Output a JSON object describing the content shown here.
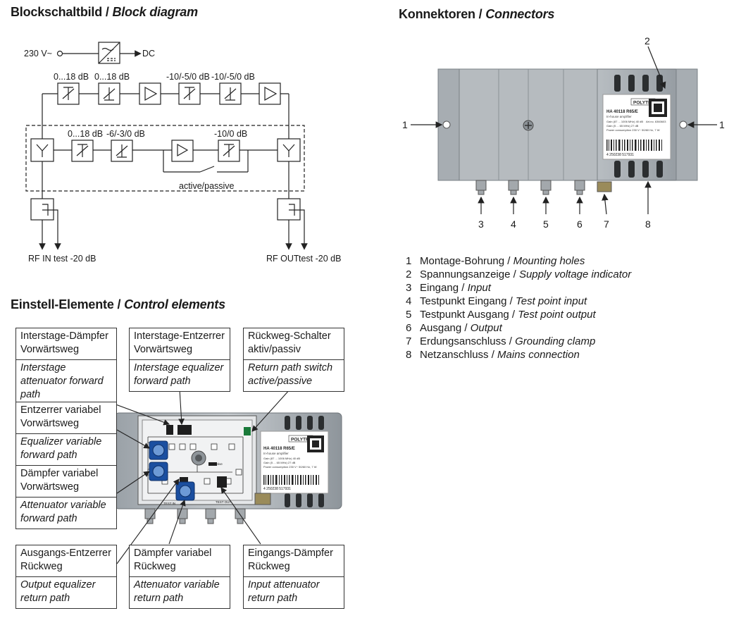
{
  "block_diagram": {
    "heading_de": "Blockschaltbild / ",
    "heading_en": "Block diagram",
    "mains_label": "230 V~",
    "dc_label": "DC",
    "fwd_labels": [
      "0...18 dB",
      "0...18 dB",
      "-10/-5/0 dB",
      "-10/-5/0 dB"
    ],
    "ret_labels": [
      "0...18 dB",
      "-6/-3/0 dB",
      "-10/0 dB"
    ],
    "switch_label": "active/passive",
    "rf_in": "RF IN",
    "rf_in_test": "test -20 dB",
    "rf_out": "RF OUT",
    "rf_out_test": "test -20 dB"
  },
  "connectors": {
    "heading_de": "Konnektoren / ",
    "heading_en": "Connectors",
    "callouts": [
      "1",
      "2",
      "1",
      "3",
      "4",
      "5",
      "6",
      "7",
      "8"
    ],
    "device": {
      "brand": "POLYTRON",
      "model": "HA 40118 R65/E",
      "subtitle": "In-house amplifier",
      "spec1": "Gain (87 ... 1006 MHz) 40 dB",
      "spec2": "Gain (5 ... 65 MHz)  27 dB",
      "spec3": "Power consumption 230 V~ 50/60 Hz, 7 W",
      "art": "Art.no. 6360603",
      "barcode": "4 250238 517931"
    },
    "items": [
      {
        "n": "1",
        "de": "Montage-Bohrung / ",
        "en": "Mounting holes"
      },
      {
        "n": "2",
        "de": "Spannungsanzeige / ",
        "en": "Supply voltage indicator"
      },
      {
        "n": "3",
        "de": "Eingang / ",
        "en": "Input"
      },
      {
        "n": "4",
        "de": "Testpunkt Eingang / ",
        "en": "Test point input"
      },
      {
        "n": "5",
        "de": "Testpunkt Ausgang / ",
        "en": "Test point output"
      },
      {
        "n": "6",
        "de": "Ausgang / ",
        "en": "Output"
      },
      {
        "n": "7",
        "de": "Erdungsanschluss / ",
        "en": "Grounding clamp"
      },
      {
        "n": "8",
        "de": "Netzanschluss / ",
        "en": "Mains connection"
      }
    ]
  },
  "control_elements": {
    "heading_de": "Einstell-Elemente / ",
    "heading_en": "Control elements",
    "boxes": [
      {
        "de": "Interstage-Dämpfer Vorwärtsweg",
        "en": "Interstage attenuator forward path"
      },
      {
        "de": "Interstage-Entzerrer Vorwärtsweg",
        "en": "Interstage equalizer forward path"
      },
      {
        "de": "Rückweg-Schalter aktiv/passiv",
        "en": "Return path switch active/passive"
      },
      {
        "de": "Entzerrer variabel Vorwärtsweg",
        "en": "Equalizer variable forward path"
      },
      {
        "de": "Dämpfer variabel Vorwärtsweg",
        "en": "Attenuator variable forward path"
      },
      {
        "de": "Ausgangs-Entzerrer Rückweg",
        "en": "Output equalizer return path"
      },
      {
        "de": "Dämpfer variabel Rückweg",
        "en": "Attenuator variable return path"
      },
      {
        "de": "Eingangs-Dämpfer Rückweg",
        "en": "Input attenuator return path"
      }
    ],
    "board_labels": {
      "test_in": "TEST IN",
      "test_out": "TEST OUT",
      "active": "active"
    }
  }
}
